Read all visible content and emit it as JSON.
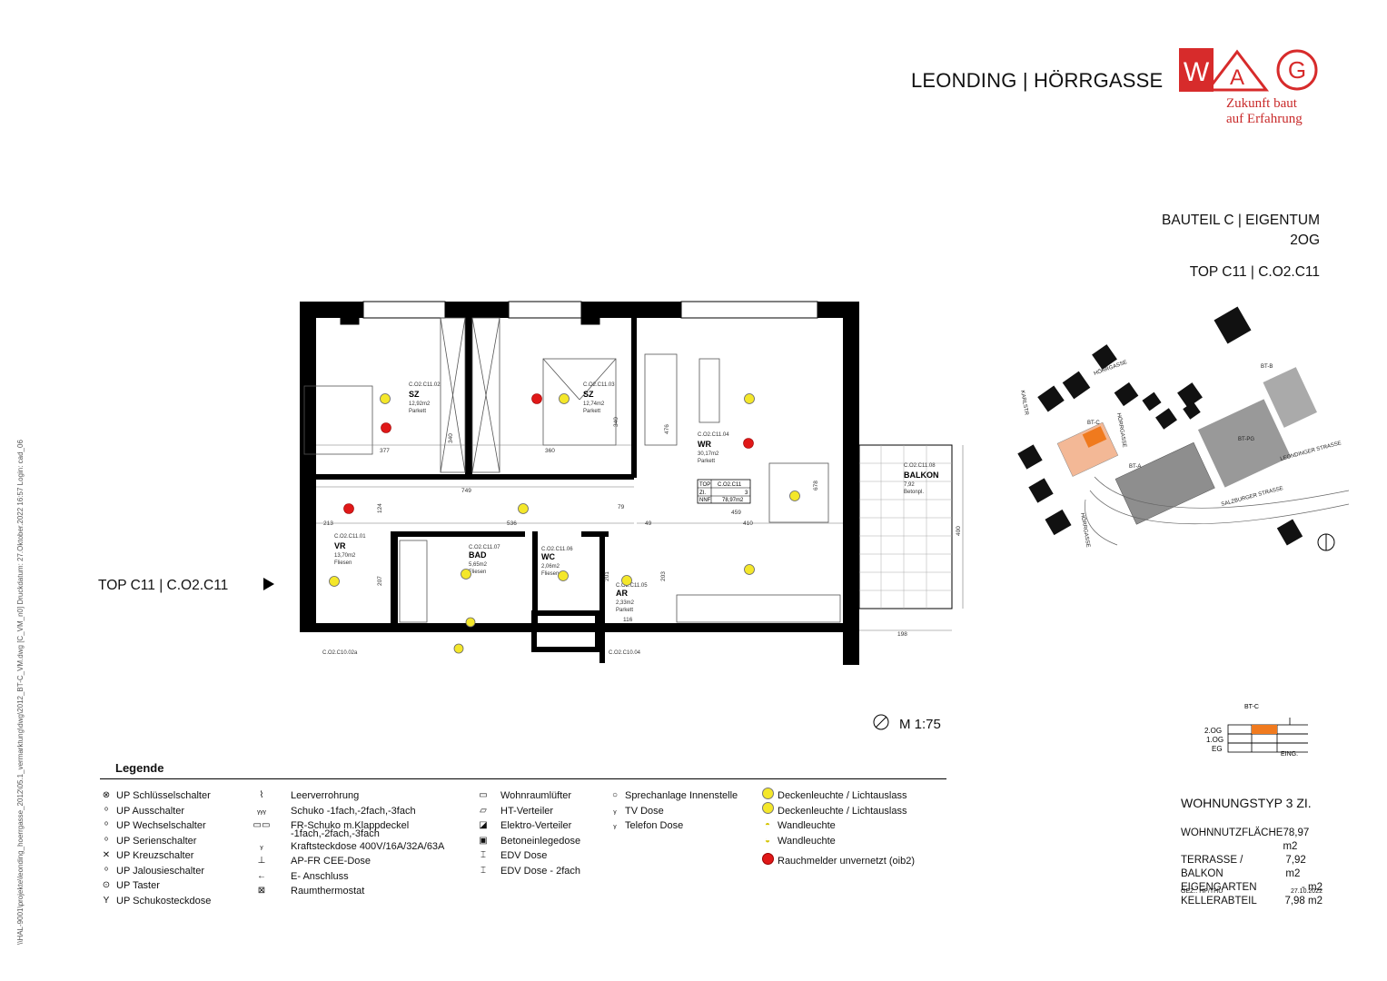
{
  "header": {
    "title": "LEONDING | HÖRRGASSE",
    "logo_text": "WAG",
    "tagline_1": "Zukunft baut",
    "tagline_2": "auf Erfahrung",
    "building": "BAUTEIL C | EIGENTUM",
    "floor": "2OG",
    "unit": "TOP C11 | C.O2.C11",
    "brand_color": "#d72b2b"
  },
  "plan": {
    "entry_label": "TOP C11 | C.O2.C11",
    "scale_label": "M   1:75",
    "rooms": [
      {
        "id": "C.O2.C11.02",
        "name": "SZ",
        "area": "12,92m2",
        "floor": "Parkett"
      },
      {
        "id": "C.O2.C11.03",
        "name": "SZ",
        "area": "12,74m2",
        "floor": "Parkett"
      },
      {
        "id": "C.O2.C11.04",
        "name": "WR",
        "area": "30,17m2",
        "floor": "Parkett"
      },
      {
        "id": "C.O2.C11.08",
        "name": "BALKON",
        "area": "7,92",
        "floor": "Betonpl."
      },
      {
        "id": "C.O2.C11.01",
        "name": "VR",
        "area": "13,70m2",
        "floor": "Fliesen"
      },
      {
        "id": "C.O2.C11.07",
        "name": "BAD",
        "area": "5,65m2",
        "floor": "Fliesen"
      },
      {
        "id": "C.O2.C11.06",
        "name": "WC",
        "area": "2,06m2",
        "floor": "Fliesen"
      },
      {
        "id": "C.O2.C11.05",
        "name": "AR",
        "area": "2,33m2",
        "floor": "Parkett"
      }
    ],
    "dimensions": [
      "377",
      "360",
      "340",
      "340",
      "476",
      "749",
      "536",
      "459",
      "410",
      "213",
      "124",
      "207",
      "79",
      "201",
      "203",
      "116",
      "400",
      "198",
      "49",
      "678"
    ],
    "area_table": {
      "top": "TOP",
      "id": "C.O2.C11",
      "zi": "ZI.",
      "zi_val": "3",
      "nnf": "NNF",
      "nnf_val": "78,97m2"
    }
  },
  "sidebar_text": "\\\\HAL-9001\\projekte\\leonding_hoerrgasse_2012\\05.1_vermarktung\\dwg\\2012_BT-C_VM.dwg [C_VM_n0]    Druckdatum: 27.Oktober.2022 16:57    Login: cad_06",
  "site_plan": {
    "labels": [
      "KARLSTR",
      "HÖRRGASSE",
      "HÖRRGASSE",
      "HÖRRGASSE",
      "BT-C",
      "BT-B",
      "BT-A",
      "BT-PG",
      "SALZBURGER STRASSE",
      "LEONDINGER STRASSE"
    ]
  },
  "floor_indicator": {
    "title": "BT-C",
    "floors": [
      "2.OG",
      "1.OG",
      "EG"
    ],
    "eing": "EING.",
    "highlight_color": "#f07a1e"
  },
  "legend": {
    "title": "Legende",
    "col1": [
      "UP Schlüsselschalter",
      "UP Ausschalter",
      "UP Wechselschalter",
      "UP Serienschalter",
      "UP Kreuzschalter",
      "UP Jalousieschalter",
      "UP Taster",
      "UP Schukosteckdose"
    ],
    "col2": [
      "Leerverrohrung",
      "Schuko -1fach,-2fach,-3fach",
      "FR-Schuko m.Klappdeckel",
      "-1fach,-2fach,-3fach",
      "Kraftsteckdose 400V/16A/32A/63A",
      "AP-FR CEE-Dose",
      "E- Anschluss",
      "Raumthermostat"
    ],
    "col3": [
      "Wohnraumlüfter",
      "HT-Verteiler",
      "Elektro-Verteiler",
      "Betoneinlegedose",
      "EDV Dose",
      "EDV Dose - 2fach"
    ],
    "col4": [
      "Sprechanlage Innenstelle",
      "TV Dose",
      "Telefon Dose"
    ],
    "col5": [
      "Deckenleuchte / Lichtauslass",
      "Deckenleuchte / Lichtauslass",
      "Wandleuchte",
      "Wandleuchte",
      "Rauchmelder unvernetzt (oib2)"
    ]
  },
  "summary": {
    "type": "WOHNUNGSTYP  3 ZI.",
    "rows": [
      {
        "label": "WOHNNUTZFLÄCHE",
        "value": "78,97 m2"
      },
      {
        "label": "TERRASSE / BALKON",
        "value": "7,92 m2"
      },
      {
        "label": "EIGENGARTEN",
        "value": "- m2"
      },
      {
        "label": "KELLERABTEIL",
        "value": "7,98 m2"
      }
    ],
    "gez": "GEZ.: HP/THU",
    "date": "27.10.2022"
  }
}
